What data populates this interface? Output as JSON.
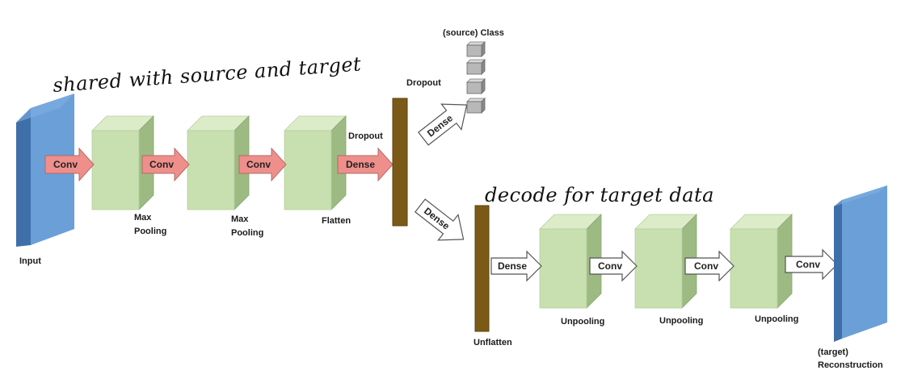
{
  "annotations": {
    "shared": "shared with source and target",
    "decode": "decode for target data"
  },
  "labels": {
    "input": "Input",
    "max_pooling_1_a": "Max",
    "max_pooling_1_b": "Pooling",
    "max_pooling_2_a": "Max",
    "max_pooling_2_b": "Pooling",
    "flatten": "Flatten",
    "dropout_1": "Dropout",
    "dropout_2": "Dropout",
    "source_class": "(source) Class",
    "unflatten": "Unflatten",
    "unpooling_1": "Unpooling",
    "unpooling_2": "Unpooling",
    "unpooling_3": "Unpooling",
    "target_a": "(target)",
    "target_b": "Reconstruction"
  },
  "arrows": {
    "conv_1": "Conv",
    "conv_2": "Conv",
    "conv_3": "Conv",
    "dense_encoder": "Dense",
    "dense_up": "Dense",
    "dense_down": "Dense",
    "dense_decoder": "Dense",
    "conv_dec_1": "Conv",
    "conv_dec_2": "Conv",
    "conv_dec_3": "Conv"
  },
  "colors": {
    "panel_blue": "#6b9fd8",
    "panel_blue_dark": "#3f6fa8",
    "cube_front": "#c8e0b0",
    "cube_top": "#dcecc8",
    "cube_side": "#9dba83",
    "bar_brown": "#7a5a16",
    "arrow_pink": "#ee8f8b",
    "class_gray": "#b8b8b8"
  }
}
